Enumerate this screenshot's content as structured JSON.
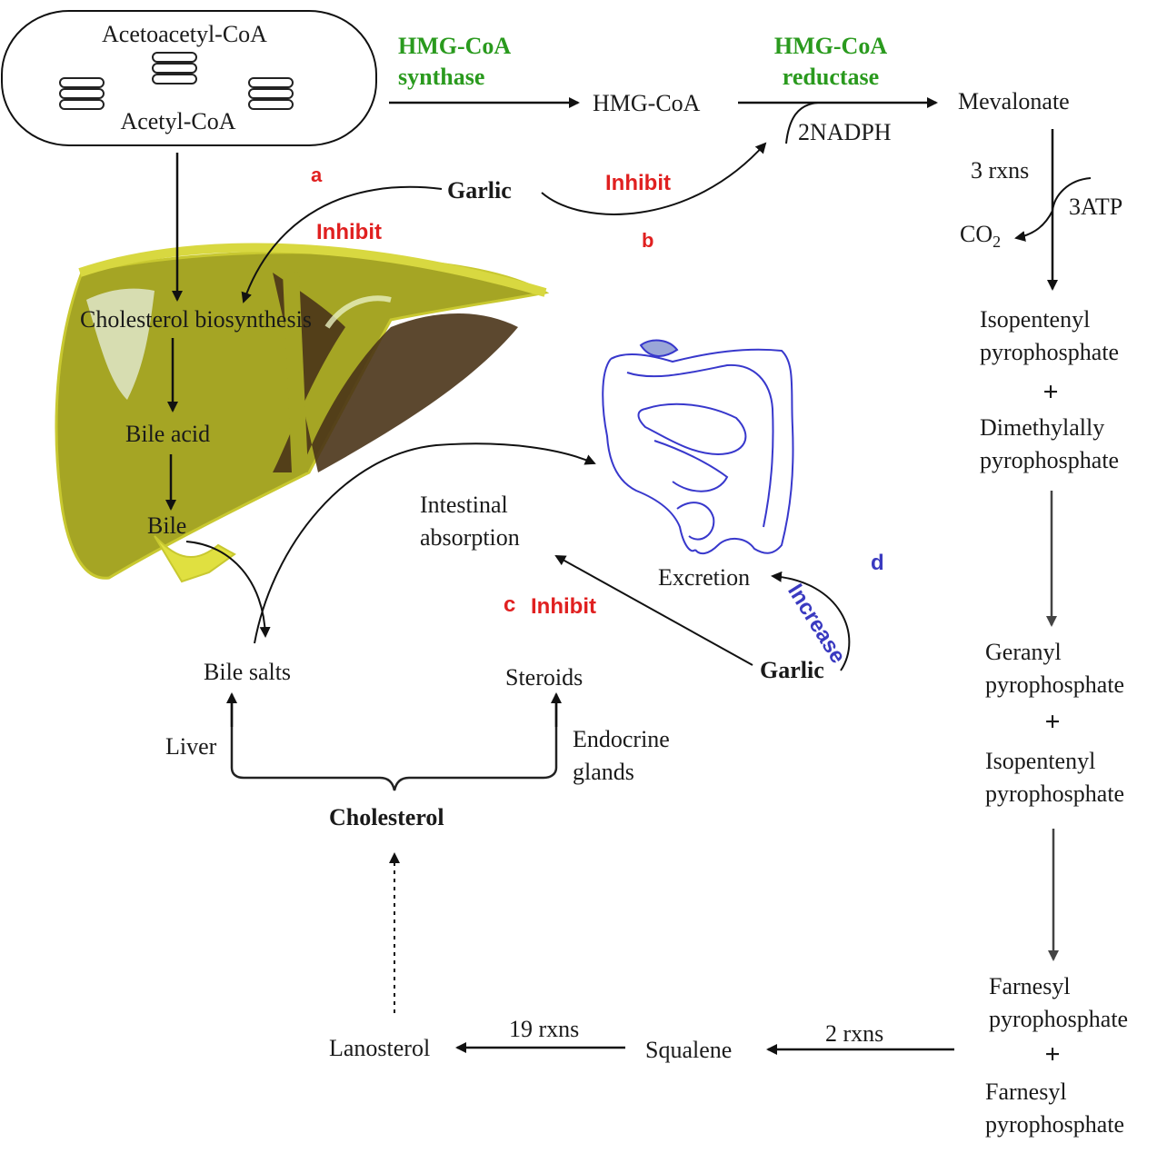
{
  "colors": {
    "liver_fill": "#a2a322",
    "liver_dark": "#4a3418",
    "liver_edge": "#d8d840",
    "green_label": "#2a9a1e",
    "red_label": "#e02020",
    "blue_label": "#3a3ac0",
    "intestine": "#3838cc"
  },
  "icons": [
    "liver-image",
    "intestine-image",
    "mitochondria-icon"
  ],
  "mito": {
    "acetoacetyl": "Acetoacetyl-CoA",
    "acetyl": "Acetyl-CoA"
  },
  "top": {
    "synthase": "HMG-CoA\nsynthase",
    "hmg": "HMG-CoA",
    "reductase": "HMG-CoA\nreductase",
    "nadph": "2NADPH",
    "mevalonate": "Mevalonate"
  },
  "mev": {
    "rxns": "3 rxns",
    "atp": "3ATP",
    "co2": "CO",
    "co2_sub": "2"
  },
  "right": {
    "iso1": "Isopentenyl\npyrophosphate",
    "plus1": "+",
    "dimethyl": "Dimethylally\npyrophosphate",
    "geranyl": "Geranyl\npyrophosphate",
    "plus2": "+",
    "iso2": "Isopentenyl\npyrophosphate",
    "farnesyl1": "Farnesyl\npyrophosphate",
    "plus3": "+",
    "farnesyl2": "Farnesyl\npyrophosphate"
  },
  "bottom": {
    "rxns2": "2 rxns",
    "squalene": "Squalene",
    "rxns19": "19 rxns",
    "lanosterol": "Lanosterol",
    "cholesterol": "Cholesterol",
    "liver": "Liver",
    "endocrine": "Endocrine\nglands",
    "bile_salts": "Bile salts",
    "steroids": "Steroids"
  },
  "liver": {
    "biosynthesis": "Cholesterol biosynthesis",
    "bile_acid": "Bile acid",
    "bile": "Bile"
  },
  "garlic": {
    "label_top": "Garlic",
    "label_bottom": "Garlic",
    "a": "a",
    "b": "b",
    "c": "c",
    "d": "d",
    "inhibit_a": "Inhibit",
    "inhibit_b": "Inhibit",
    "inhibit_c": "Inhibit",
    "increase": "Increase"
  },
  "gut": {
    "intestinal": "Intestinal\nabsorption",
    "excretion": "Excretion"
  }
}
